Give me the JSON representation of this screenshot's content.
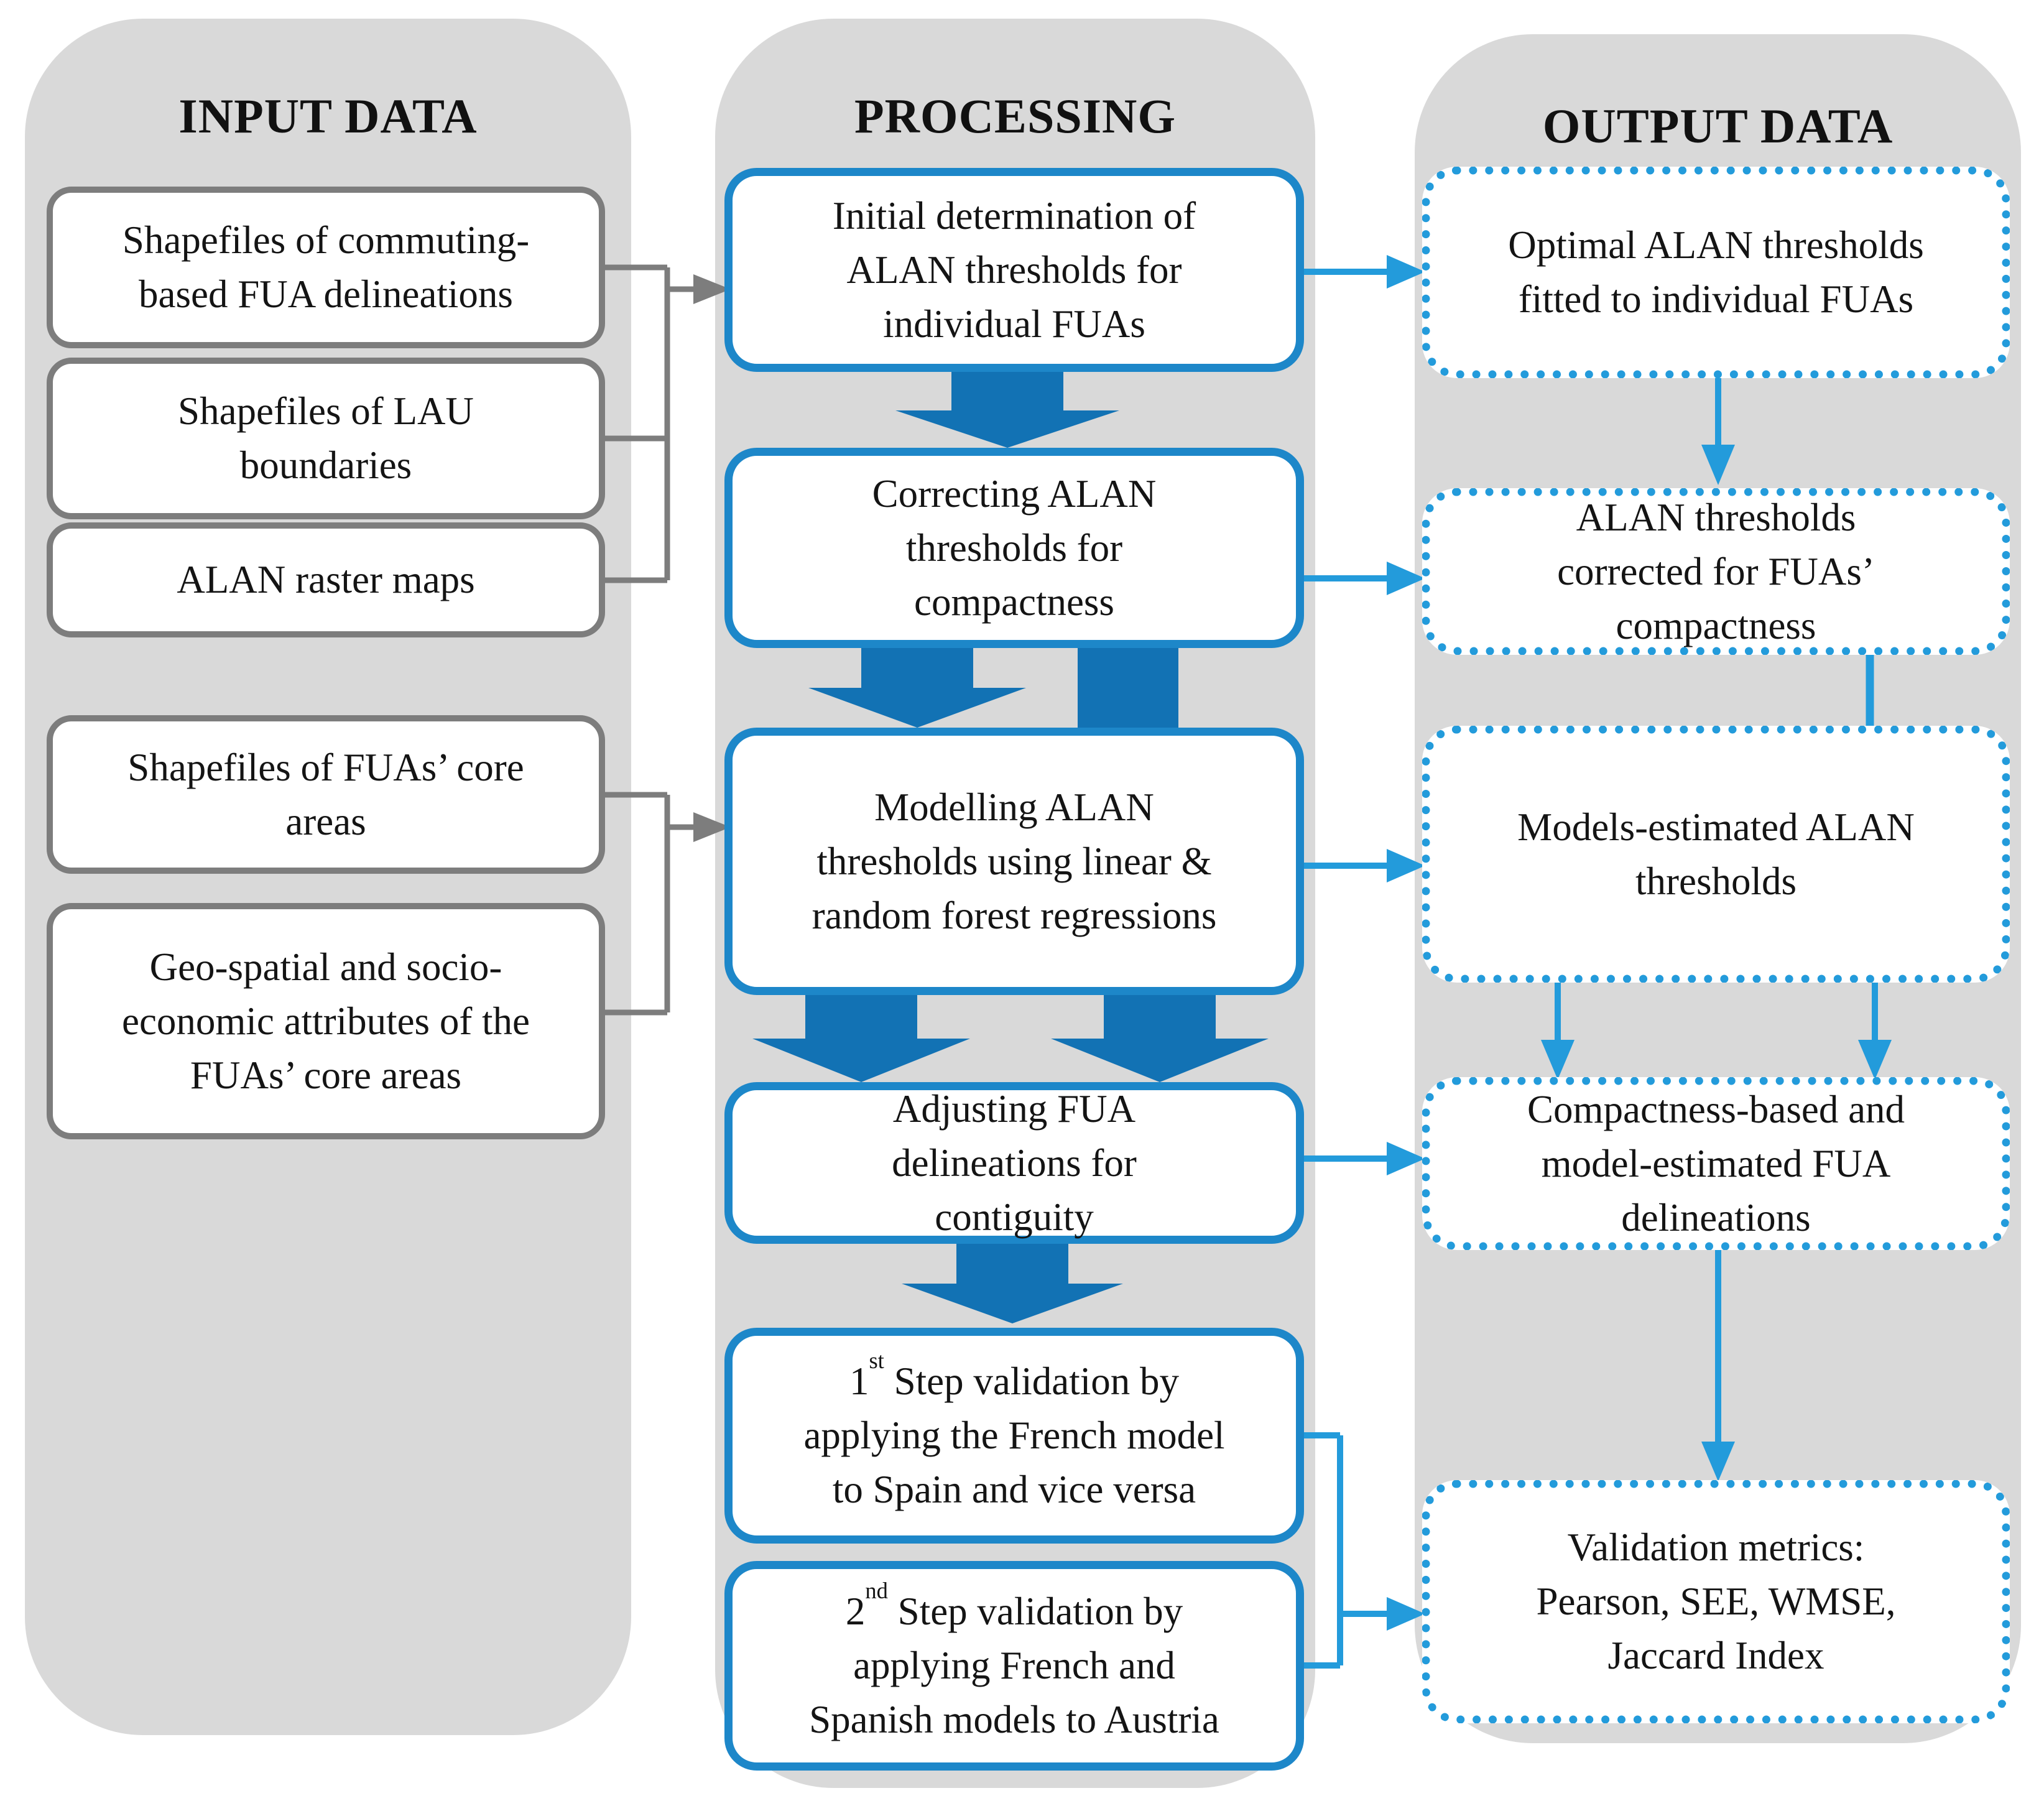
{
  "figure": {
    "type": "flowchart",
    "title": ""
  },
  "colors": {
    "column_bg": "#d9d9d9",
    "input_border": "#7d7d7d",
    "process_border": "#1d87c9",
    "output_border": "#239bdb",
    "thin_arrow": "#239bdb",
    "block_arrow": "#1272b4",
    "gray_connector": "#7d7d7d",
    "text": "#141414"
  },
  "input": {
    "title": "INPUT DATA",
    "boxes": [
      {
        "text": "Shapefiles of commuting-\nbased FUA delineations"
      },
      {
        "text": "Shapefiles of LAU\nboundaries"
      },
      {
        "text": "ALAN raster maps"
      },
      {
        "text": "Shapefiles of FUAs’ core\nareas"
      },
      {
        "text": "Geo-spatial and socio-\neconomic attributes of the\nFUAs’ core areas"
      }
    ]
  },
  "processing": {
    "title": "PROCESSING",
    "boxes": [
      {
        "text": "Initial determination of\nALAN thresholds for\nindividual FUAs"
      },
      {
        "text": "Correcting ALAN\nthresholds for\ncompactness"
      },
      {
        "text": "Modelling ALAN\nthresholds using linear &\nrandom forest regressions"
      },
      {
        "text": "Adjusting FUA\ndelineations for\ncontiguity"
      },
      {
        "num": "1",
        "sup": "st",
        "rest": " Step validation by\napplying the French model\nto Spain and vice versa"
      },
      {
        "num": "2",
        "sup": "nd",
        "rest": " Step validation by\napplying French and\nSpanish models to Austria"
      }
    ]
  },
  "output": {
    "title": "OUTPUT DATA",
    "boxes": [
      {
        "text": "Optimal ALAN thresholds\nfitted to individual FUAs"
      },
      {
        "text": "ALAN thresholds\ncorrected for FUAs’\ncompactness"
      },
      {
        "text": "Models-estimated ALAN\nthresholds"
      },
      {
        "text": "Compactness-based and\nmodel-estimated FUA\ndelineations"
      },
      {
        "text": "Validation metrics:\nPearson, SEE, WMSE,\nJaccard Index"
      }
    ]
  }
}
